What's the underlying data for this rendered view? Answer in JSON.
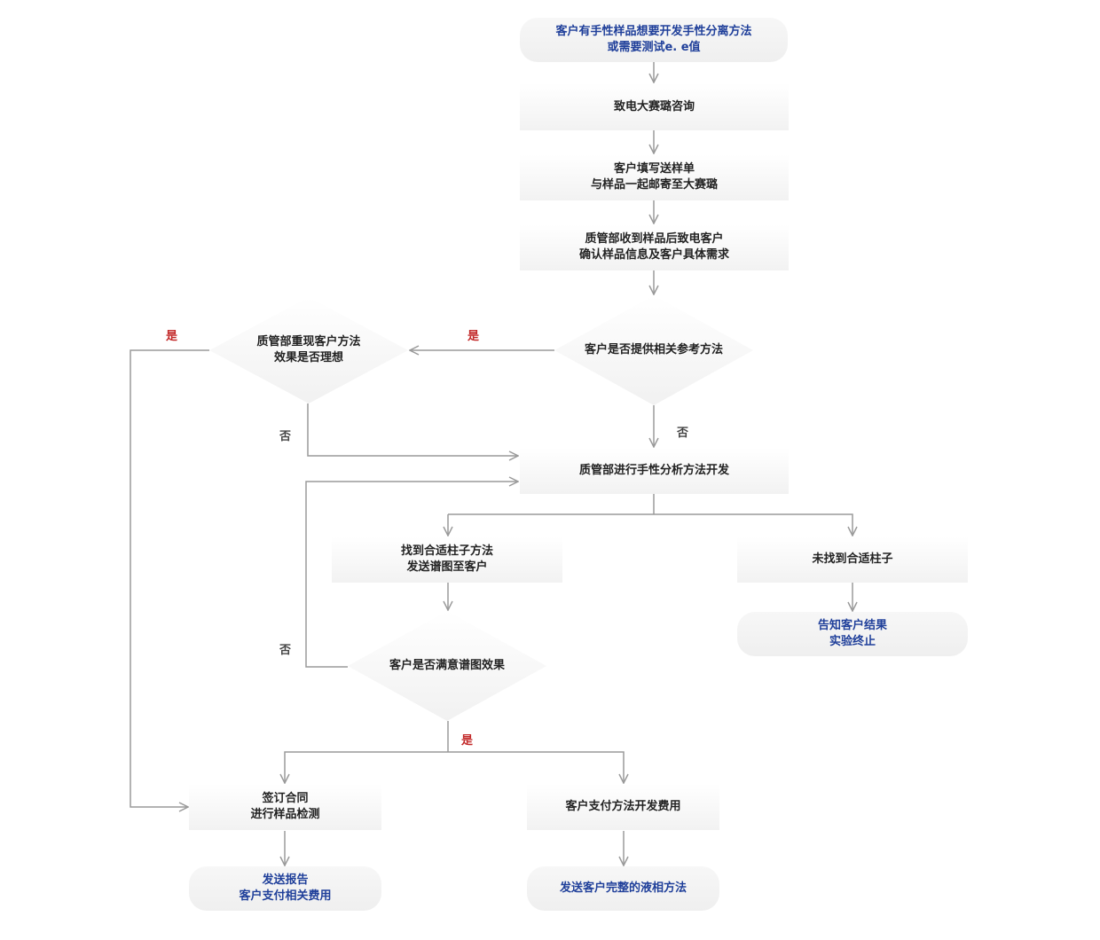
{
  "nodes": {
    "start": [
      "客户有手性样品想要开发手性分离方法",
      "或需要测试e. e值"
    ],
    "consult": [
      "致电大赛璐咨询"
    ],
    "fill_form": [
      "客户填写送样单",
      "与样品一起邮寄至大赛璐"
    ],
    "qc_confirm": [
      "质管部收到样品后致电客户",
      "确认样品信息及客户具体需求"
    ],
    "ref_method": [
      "客户是否提供相关参考方法"
    ],
    "reproduce": [
      "质管部重现客户方法",
      "效果是否理想"
    ],
    "develop": [
      "质管部进行手性分析方法开发"
    ],
    "found_column": [
      "找到合适柱子方法",
      "发送谱图至客户"
    ],
    "not_found": [
      "未找到合适柱子"
    ],
    "notify_end": [
      "告知客户结果",
      "实验终止"
    ],
    "satisfied": [
      "客户是否满意谱图效果"
    ],
    "contract": [
      "签订合同",
      "进行样品检测"
    ],
    "pay_dev": [
      "客户支付方法开发费用"
    ],
    "send_report": [
      "发送报告",
      "客户支付相关费用"
    ],
    "send_method": [
      "发送客户完整的液相方法"
    ]
  },
  "labels": {
    "yes_ref": "是",
    "no_ref": "否",
    "yes_reproduce": "是",
    "no_reproduce": "否",
    "no_satisfied": "否",
    "yes_satisfied": "是"
  },
  "colors": {
    "terminal_text": "#1f3f9a",
    "yes_label": "#c22828",
    "connector": "#9a9a9a"
  }
}
